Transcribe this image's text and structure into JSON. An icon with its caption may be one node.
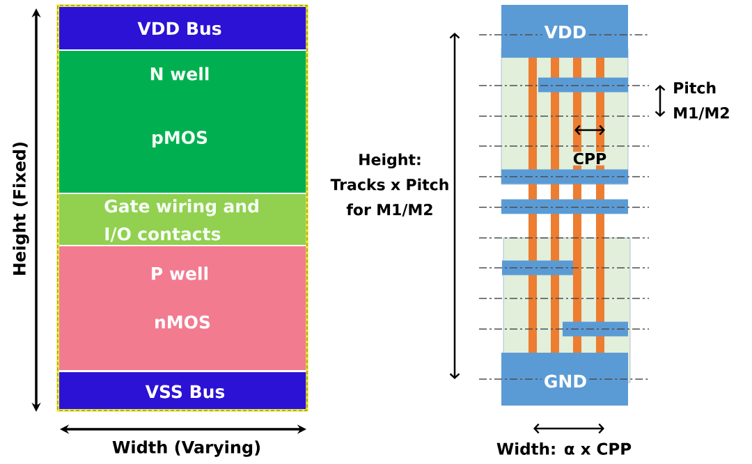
{
  "diagram": {
    "nodes": [
      {
        "text": [
          "VDD Bus"
        ]
      },
      {
        "text": [
          "N well",
          "pMOS"
        ]
      },
      {
        "text": [
          "Gate wiring and I/O contacts"
        ]
      },
      {
        "text": [
          "P well",
          "nMOS"
        ]
      },
      {
        "text": [
          "VSS Bus"
        ]
      },
      {
        "text": [
          "VDD"
        ]
      },
      {
        "text": [
          "GND"
        ]
      }
    ],
    "labels": [
      "Height (Fixed)",
      "Width (Varying)",
      "Height: Tracks x Pitch for M1/M2",
      "Pitch M1/M2",
      "CPP",
      "Width: α x CPP"
    ]
  }
}
